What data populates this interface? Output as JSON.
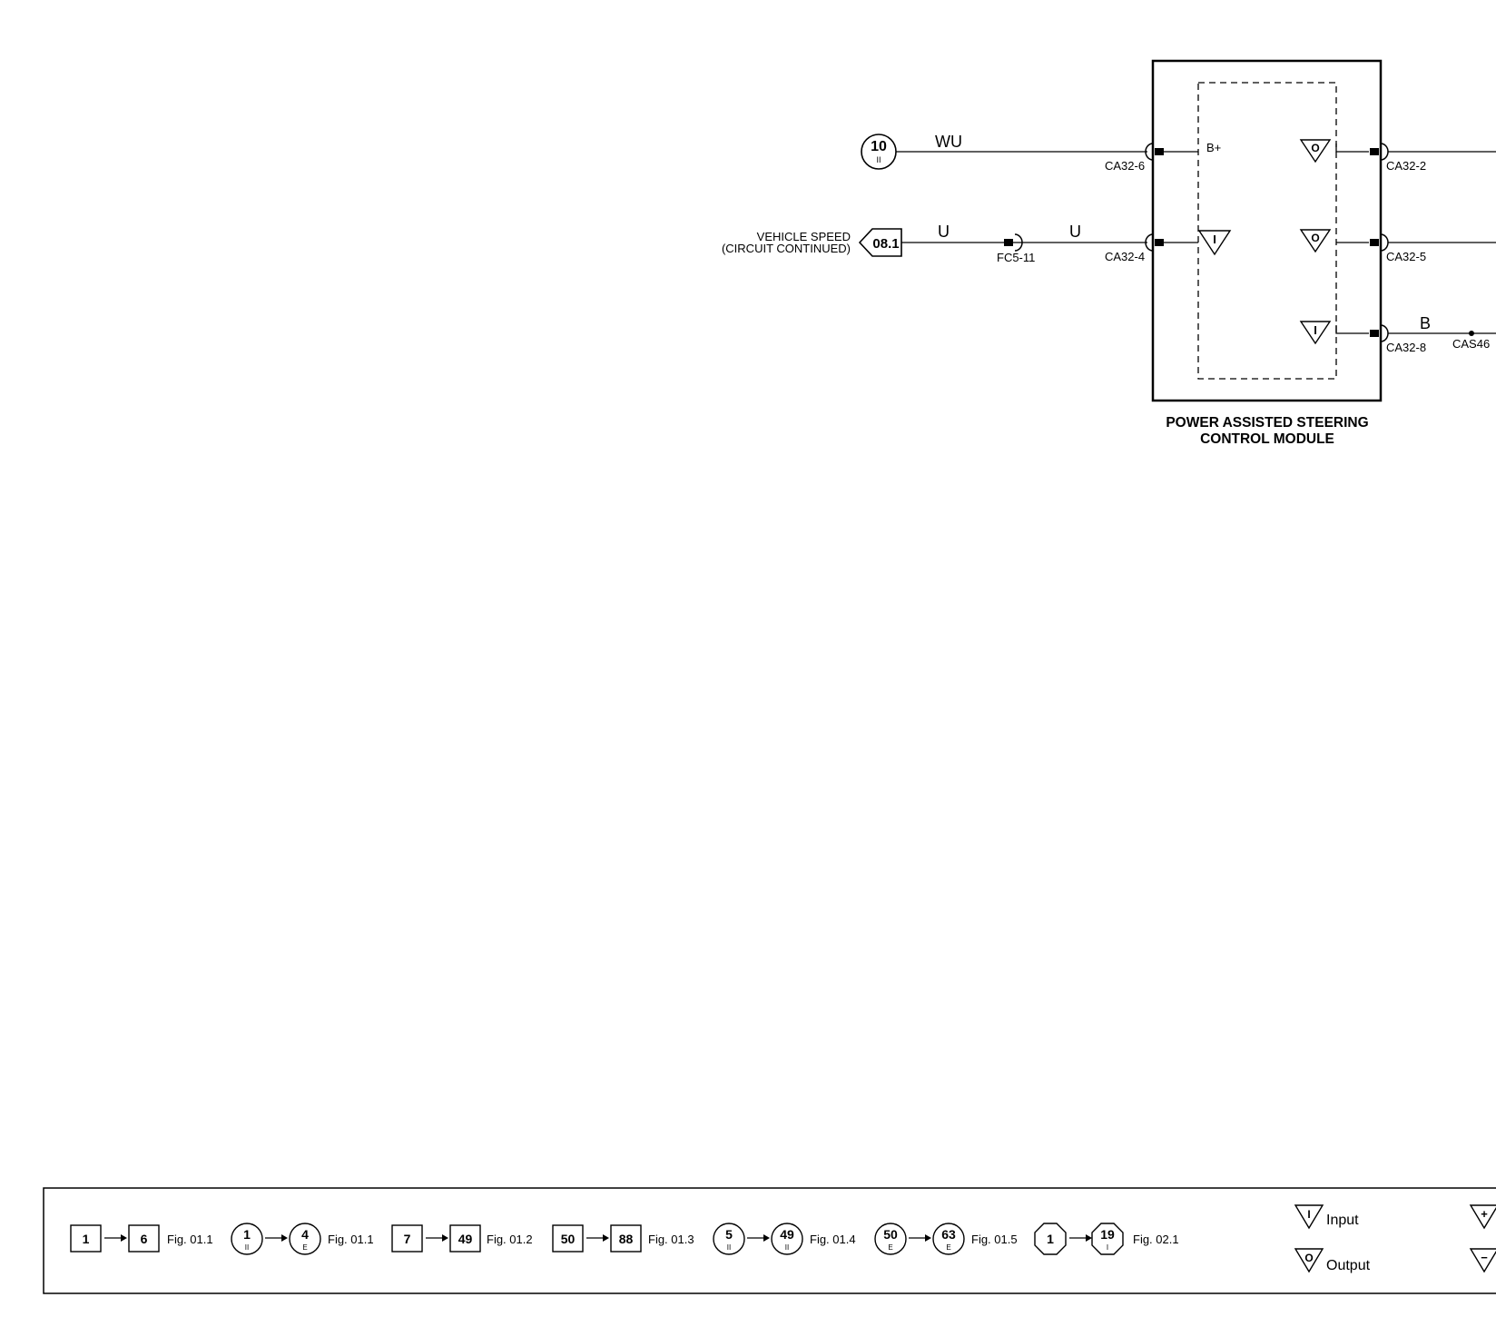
{
  "supply": {
    "number": "10",
    "sub": "II",
    "wire": "WU"
  },
  "offpage": {
    "line1": "VEHICLE SPEED",
    "line2": "(CIRCUIT CONTINUED)",
    "ref": "08.1",
    "wire_left": "U",
    "inline_connector": "FC5-11",
    "wire_right": "U"
  },
  "module": {
    "title_line1": "POWER ASSISTED STEERING",
    "title_line2": "CONTROL MODULE",
    "pins": {
      "left_top": "CA32-6",
      "left_mid": "CA32-4",
      "right_top": "CA32-2",
      "right_mid": "CA32-5",
      "right_bot": "CA32-8"
    },
    "supply_label": "B+",
    "symbol_input": "I",
    "symbol_output": "O"
  },
  "ground_branch": {
    "wire": "B",
    "splice": "CAS46"
  },
  "key": {
    "groups": [
      {
        "from": "1",
        "to": "6",
        "fig": "Fig. 01.1"
      },
      {
        "from": "1",
        "from_sub": "II",
        "to": "4",
        "to_sub": "E",
        "fig": "Fig. 01.1"
      },
      {
        "from": "7",
        "to": "49",
        "fig": "Fig. 01.2"
      },
      {
        "from": "50",
        "to": "88",
        "fig": "Fig. 01.3"
      },
      {
        "from": "5",
        "from_sub": "II",
        "to": "49",
        "to_sub": "II",
        "fig": "Fig. 01.4"
      },
      {
        "from": "50",
        "from_sub": "E",
        "to": "63",
        "to_sub": "E",
        "fig": "Fig. 01.5"
      },
      {
        "from": "1",
        "to": "19",
        "to_sub": "I",
        "fig": "Fig. 02.1"
      }
    ],
    "input_label": "Input",
    "output_label": "Output",
    "input_symbol": "I",
    "output_symbol": "O",
    "plus_symbol": "+",
    "minus_symbol": "−"
  }
}
